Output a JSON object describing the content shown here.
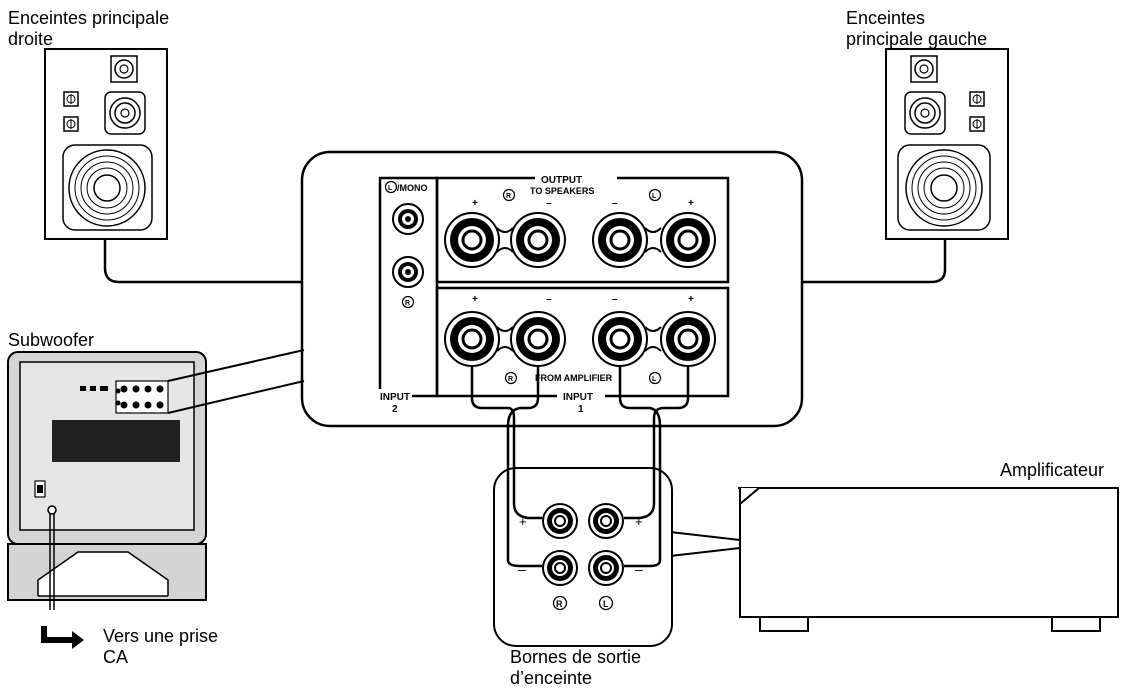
{
  "labels": {
    "right_speaker_line1": "Enceintes principale",
    "right_speaker_line2": "droite",
    "left_speaker_line1": "Enceintes",
    "left_speaker_line2": "principale gauche",
    "subwoofer": "Subwoofer",
    "amplifier": "Amplificateur",
    "outlet_line1": "Vers une prise",
    "outlet_line2": "CA",
    "terminals_line1": "Bornes de sortie",
    "terminals_line2": "d’enceinte"
  },
  "panel": {
    "output": "OUTPUT",
    "to_speakers": "TO SPEAKERS",
    "mono": "/MONO",
    "from_amplifier": "FROM AMPLIFIER",
    "input1": "INPUT",
    "input1_num": "1",
    "input2": "INPUT",
    "input2_num": "2",
    "plus": "+",
    "minus": "–",
    "R": "R",
    "L": "L"
  }
}
